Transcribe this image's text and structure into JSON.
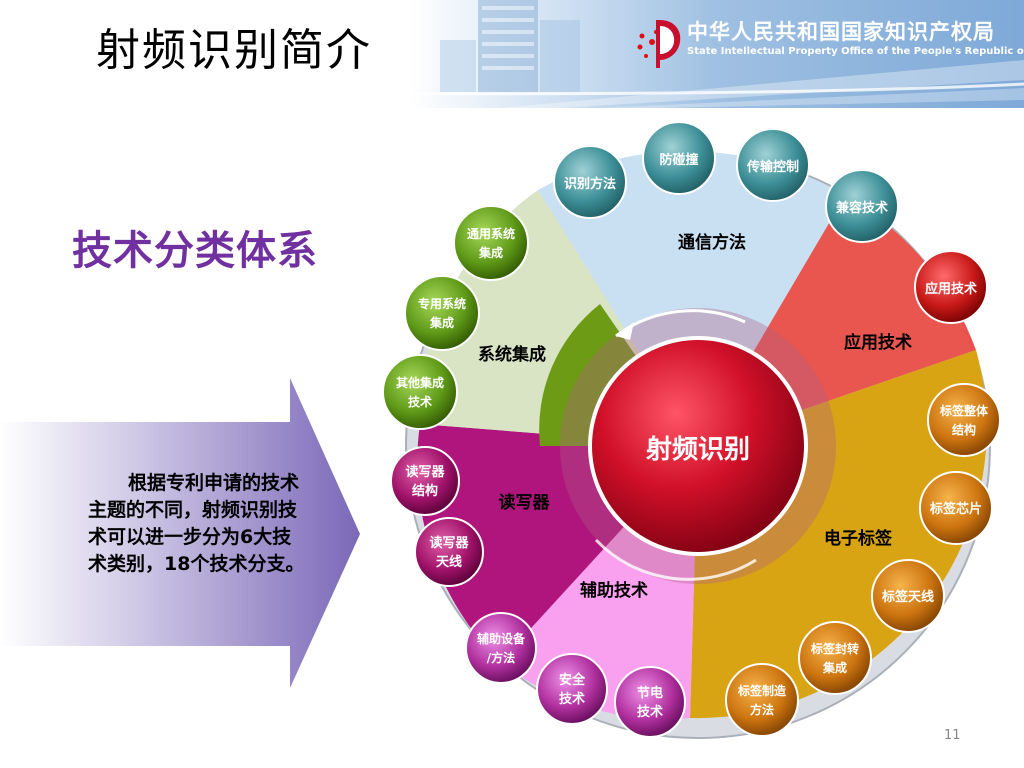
{
  "title": "射频识别简介",
  "org": {
    "name_cn": "中华人民共和国国家知识产权局",
    "name_en": "State Intellectual Property Office of the People's Republic of China"
  },
  "subtitle": "技术分类体系",
  "description": "根据专利申请的技术主题的不同，射频识别技术可以进一步分为6大技术类别，18个技术分支。",
  "center": "射频识别",
  "categories": {
    "comm": "通信方法",
    "app": "应用技术",
    "tag": "电子标签",
    "aux": "辅助技术",
    "reader": "读写器",
    "sys": "系统集成"
  },
  "branches": {
    "id_method": "识别方法",
    "anticollision": "防碰撞",
    "transfer_ctrl": "传输控制",
    "compat": "兼容技术",
    "application": "应用技术",
    "tag_whole_1": "标签整体",
    "tag_whole_2": "结构",
    "tag_chip": "标签芯片",
    "tag_antenna": "标签天线",
    "tag_pkg_1": "标签封转",
    "tag_pkg_2": "集成",
    "tag_mfg_1": "标签制造",
    "tag_mfg_2": "方法",
    "energy_1": "节电",
    "energy_2": "技术",
    "safety_1": "安全",
    "safety_2": "技术",
    "aux_dev_1": "辅助设备",
    "aux_dev_2": "/方法",
    "reader_ant_1": "读写器",
    "reader_ant_2": "天线",
    "reader_struct_1": "读写器",
    "reader_struct_2": "结构",
    "other_int_1": "其他集成",
    "other_int_2": "技术",
    "special_int_1": "专用系统",
    "special_int_2": "集成",
    "general_int_1": "通用系统",
    "general_int_2": "集成"
  },
  "page_number": "11",
  "colors": {
    "comm": "#c9dff2",
    "app": "#ea4a43",
    "tag": "#d8a413",
    "aux": "#f9a0ee",
    "reader": "#b0157e",
    "sys": "#d8e4c4",
    "sys_accent": "#6e9b16",
    "center": "#c8102e",
    "title_purple": "#7030a0"
  }
}
